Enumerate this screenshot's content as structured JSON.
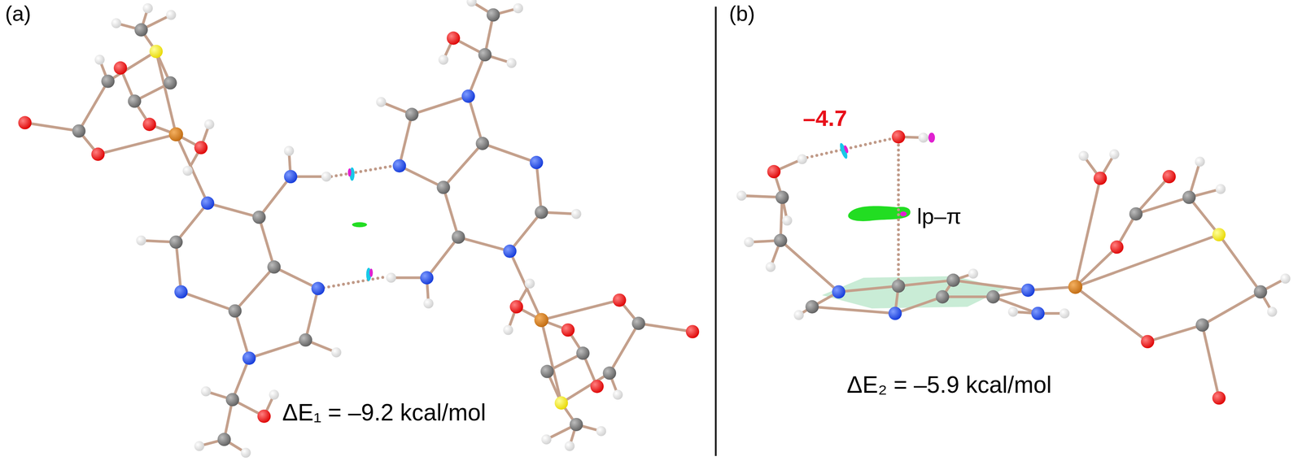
{
  "diagram": {
    "labels": [
      "(a)",
      "(b)",
      "ΔE₁ = –9.2 kcal/mol",
      "–4.7",
      "lp–π",
      "ΔE₂ = –5.9 kcal/mol"
    ]
  }
}
